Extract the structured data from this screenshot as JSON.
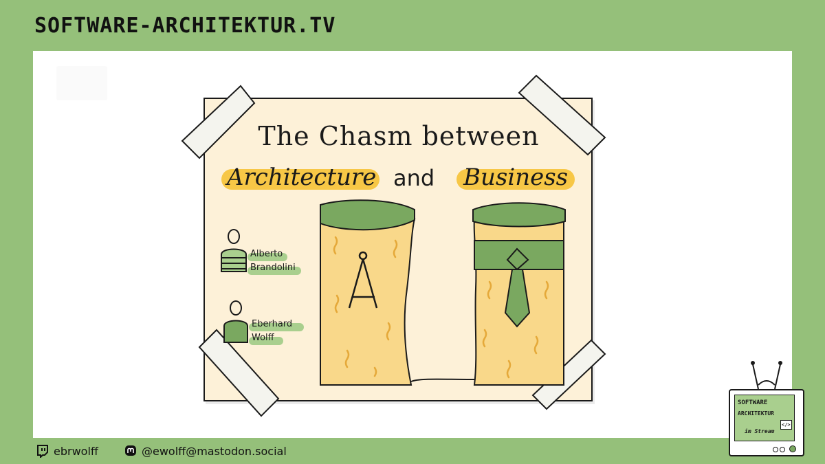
{
  "header": {
    "site_title": "SOFTWARE-ARCHITEKTUR.TV"
  },
  "poster": {
    "title_line1": "The Chasm between",
    "word_architecture": "Architecture",
    "word_and": "and",
    "word_business": "Business"
  },
  "speakers": [
    {
      "first": "Alberto",
      "last": "Brandolini"
    },
    {
      "first": "Eberhard",
      "last": "Wolff"
    }
  ],
  "footer": {
    "twitch_handle": "ebrwolff",
    "mastodon_handle": "@ewolff@mastodon.social"
  },
  "tv_logo": {
    "line1": "SOFTWARE",
    "line2": "ARCHITEKTUR",
    "line3": "im Stream",
    "code_glyph": "</>"
  },
  "colors": {
    "background_green": "#95c07a",
    "accent_yellow": "#f7c746",
    "poster_paper": "#fdf1d8",
    "cliff_fill": "#f9d88a",
    "grass_green": "#7aa860"
  }
}
